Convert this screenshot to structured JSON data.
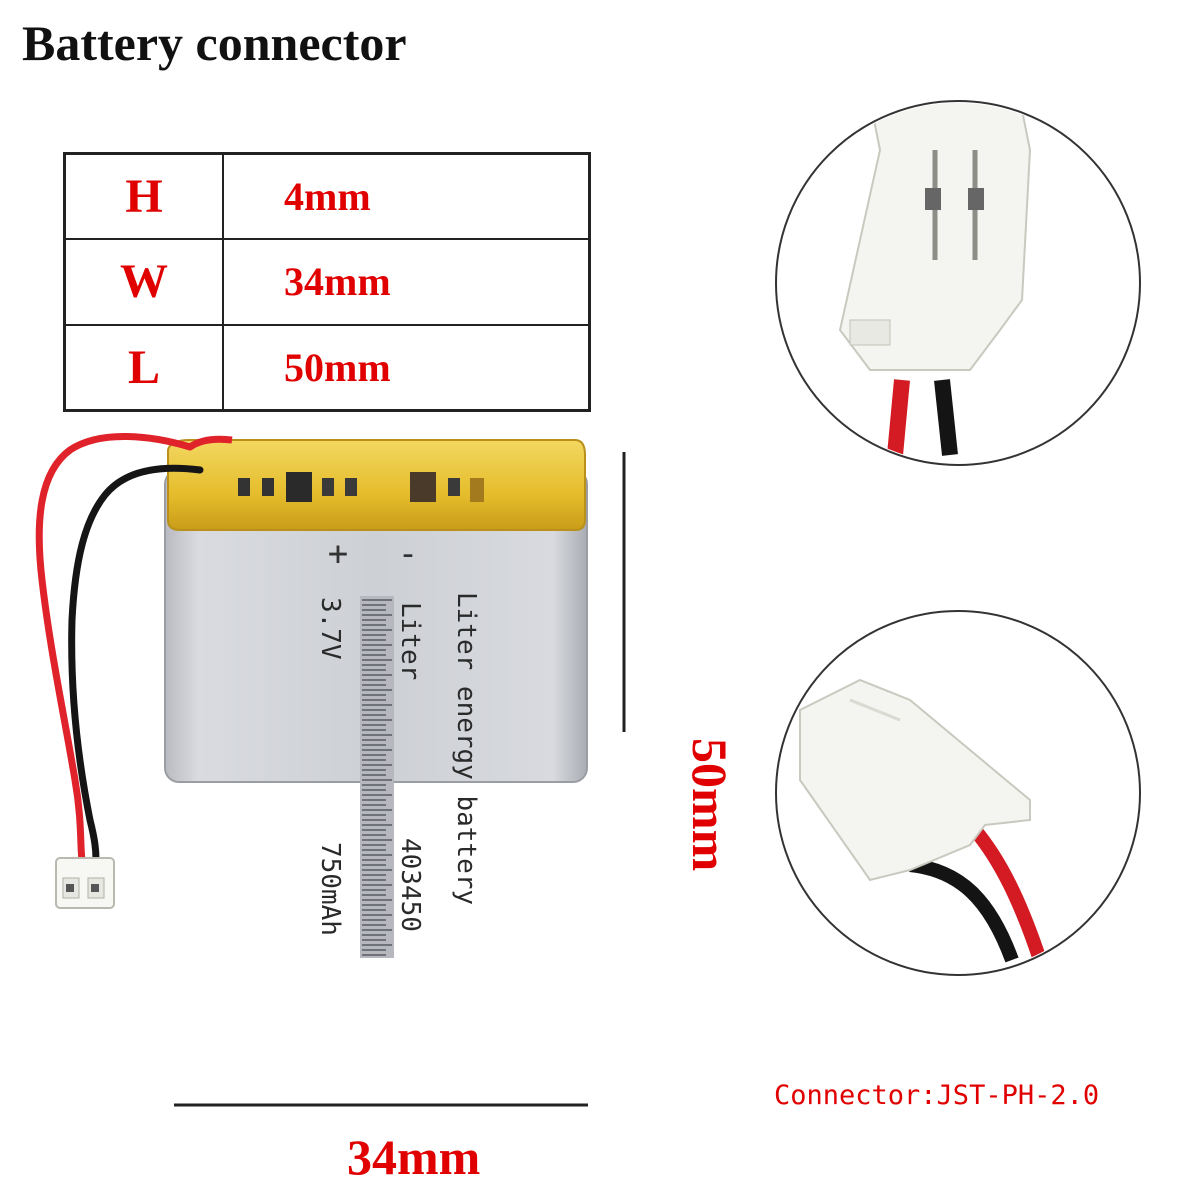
{
  "title": "Battery connector",
  "dimensions_table": [
    {
      "key": "H",
      "value": "4mm"
    },
    {
      "key": "W",
      "value": "34mm"
    },
    {
      "key": "L",
      "value": "50mm"
    }
  ],
  "battery_label": {
    "line1": "Liter energy battery",
    "line2": "Liter",
    "line3": "403450",
    "line4": "3.7V",
    "line5": "750mAh",
    "plus": "+",
    "minus": "-"
  },
  "width_dimension": "34mm",
  "length_dimension": "50mm",
  "connector_text": "Connector:JST-PH-2.0",
  "colors": {
    "accent_red": "#e10000",
    "wire_red": "#e0222b",
    "wire_black": "#151515",
    "tape_yellow": "#e8c63a",
    "cell_silver": "#cfd1d6"
  }
}
